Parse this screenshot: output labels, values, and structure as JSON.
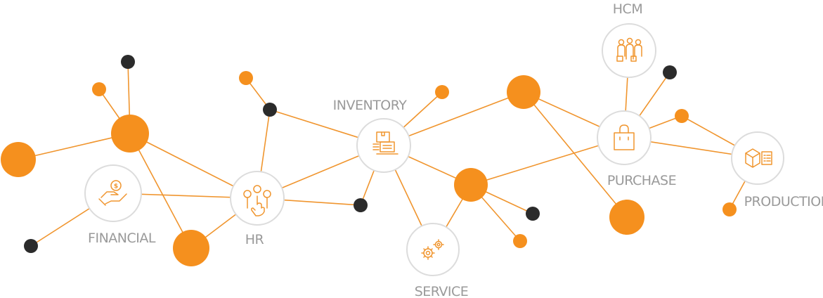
{
  "colors": {
    "accent": "#f5901e",
    "dark": "#2b2b2b",
    "label": "#9a9a9a",
    "ring": "#dcdcdc"
  },
  "modules": [
    {
      "id": "financial",
      "label": "FINANCIAL",
      "icon": "money-hand-icon"
    },
    {
      "id": "hr",
      "label": "HR",
      "icon": "people-touch-icon"
    },
    {
      "id": "inventory",
      "label": "INVENTORY",
      "icon": "box-document-icon"
    },
    {
      "id": "service",
      "label": "SERVICE",
      "icon": "gears-icon"
    },
    {
      "id": "purchase",
      "label": "PURCHASE",
      "icon": "shopping-bag-icon"
    },
    {
      "id": "hcm",
      "label": "HCM",
      "icon": "workforce-icon"
    },
    {
      "id": "production",
      "label": "PRODUCTION",
      "icon": "boxes-checklist-icon"
    }
  ]
}
